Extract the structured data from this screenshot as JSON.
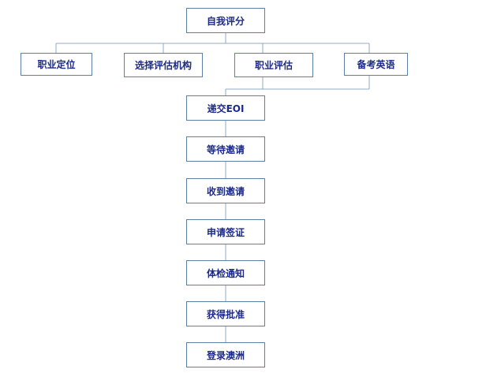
{
  "colors": {
    "border": "#5b7fa7",
    "text": "#1b2a8a",
    "connector": "#8fa8c4"
  },
  "diagram": {
    "top": "自我评分",
    "branches": [
      "职业定位",
      "选择评估机构",
      "职业评估",
      "备考英语"
    ],
    "steps": [
      "递交EOI",
      "等待邀请",
      "收到邀请",
      "申请签证",
      "体检通知",
      "获得批准",
      "登录澳洲"
    ]
  }
}
